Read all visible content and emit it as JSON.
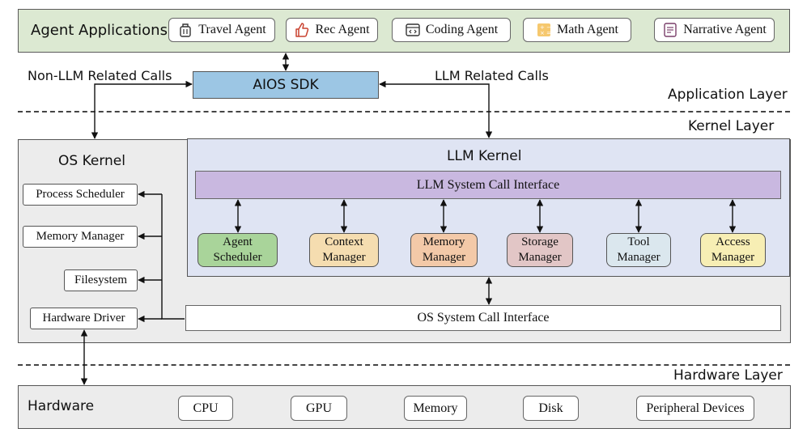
{
  "application_band": {
    "title": "Agent Applications",
    "agents": [
      {
        "label": "Travel Agent",
        "icon": "luggage-icon"
      },
      {
        "label": "Rec Agent",
        "icon": "thumbs-up-icon"
      },
      {
        "label": "Coding Agent",
        "icon": "code-window-icon"
      },
      {
        "label": "Math Agent",
        "icon": "calculator-icon"
      },
      {
        "label": "Narrative Agent",
        "icon": "document-icon"
      }
    ]
  },
  "sdk": {
    "label": "AIOS SDK"
  },
  "calls": {
    "non_llm": "Non-LLM Related Calls",
    "llm": "LLM Related Calls"
  },
  "layers": {
    "application": "Application Layer",
    "kernel": "Kernel Layer",
    "hardware": "Hardware Layer"
  },
  "os_kernel": {
    "title": "OS Kernel",
    "items": [
      "Process Scheduler",
      "Memory Manager",
      "Filesystem",
      "Hardware Driver"
    ],
    "syscall": "OS System Call Interface"
  },
  "llm_kernel": {
    "title": "LLM Kernel",
    "syscall": "LLM System Call Interface",
    "managers": [
      {
        "line1": "Agent",
        "line2": "Scheduler",
        "color": "#a9d49a"
      },
      {
        "line1": "Context",
        "line2": "Manager",
        "color": "#f5ddb0"
      },
      {
        "line1": "Memory",
        "line2": "Manager",
        "color": "#f3c9a8"
      },
      {
        "line1": "Storage",
        "line2": "Manager",
        "color": "#e2c6c6"
      },
      {
        "line1": "Tool",
        "line2": "Manager",
        "color": "#dbe7ee"
      },
      {
        "line1": "Access",
        "line2": "Manager",
        "color": "#f7eeb4"
      }
    ]
  },
  "hardware": {
    "title": "Hardware",
    "items": [
      "CPU",
      "GPU",
      "Memory",
      "Disk",
      "Peripheral Devices"
    ]
  },
  "colors": {
    "app_band": "#dce9d2",
    "sdk": "#9cc6e4",
    "llm_kernel_bg": "#dfe4f3",
    "llm_syscall": "#c9b8e0",
    "gray_bg": "#ececec"
  }
}
